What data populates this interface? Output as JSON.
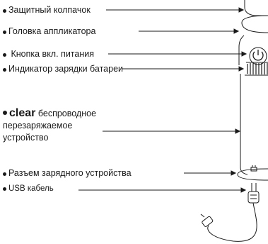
{
  "labels": {
    "cap": "Защитный колпачок",
    "head": "Головка аппликатора",
    "power": "Кнопка вкл. питания",
    "battery": "Индикатор зарядки батареи",
    "device_brand": "clear",
    "device_line1_rest": " беспроводное",
    "device_line2": "перезаряжаемое",
    "device_line3": "устройство",
    "charger": "Разъем зарядного устройства",
    "usb": "USB кабель"
  },
  "colors": {
    "ink": "#1a1a1a"
  }
}
